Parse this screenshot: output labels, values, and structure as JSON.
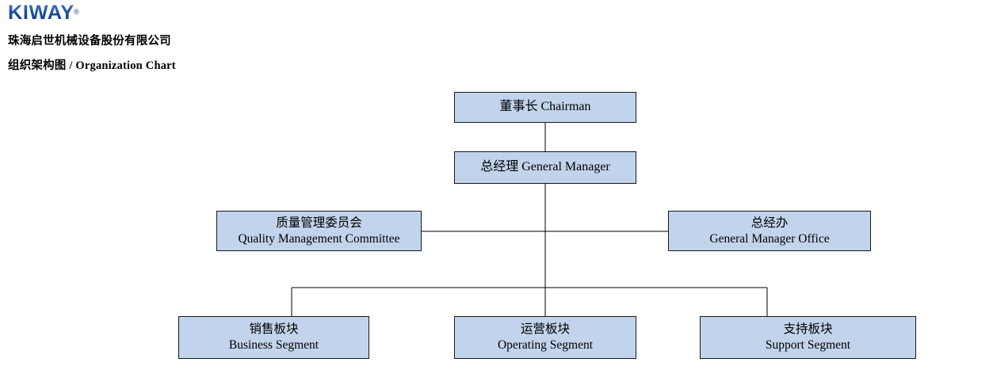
{
  "header": {
    "logo_text": "KIWAY",
    "logo_mark": "®",
    "logo_color": "#1d4f9e",
    "company_name": "珠海启世机械设备股份有限公司",
    "chart_title": "组织架构图 / Organization Chart"
  },
  "theme": {
    "node_fill": "#c1d4ec",
    "node_border": "#17171a",
    "connector_color": "#000000",
    "page_background": "#ffffff"
  },
  "chart_data": {
    "type": "diagram",
    "title": "组织架构图 / Organization Chart",
    "nodes": [
      {
        "id": "chairman",
        "level": 0,
        "line_cn": "董事长",
        "line_en": "Chairman",
        "label_single": "董事长 Chairman",
        "two_line": false
      },
      {
        "id": "general-manager",
        "level": 1,
        "line_cn": "总经理",
        "line_en": "General Manager",
        "label_single": "总经理 General Manager",
        "two_line": false
      },
      {
        "id": "quality-management-committee",
        "level": 2,
        "line_cn": "质量管理委员会",
        "line_en": "Quality Management Committee",
        "two_line": true
      },
      {
        "id": "general-manager-office",
        "level": 2,
        "line_cn": "总经办",
        "line_en": "General Manager Office",
        "two_line": true
      },
      {
        "id": "business-segment",
        "level": 3,
        "line_cn": "销售板块",
        "line_en": "Business Segment",
        "two_line": true
      },
      {
        "id": "operating-segment",
        "level": 3,
        "line_cn": "运营板块",
        "line_en": "Operating Segment",
        "two_line": true
      },
      {
        "id": "support-segment",
        "level": 3,
        "line_cn": "支持板块",
        "line_en": "Support Segment",
        "two_line": true
      }
    ],
    "edges": [
      {
        "from": "chairman",
        "to": "general-manager"
      },
      {
        "from": "general-manager",
        "to": "quality-management-committee"
      },
      {
        "from": "general-manager",
        "to": "general-manager-office"
      },
      {
        "from": "general-manager",
        "to": "business-segment"
      },
      {
        "from": "general-manager",
        "to": "operating-segment"
      },
      {
        "from": "general-manager",
        "to": "support-segment"
      }
    ]
  }
}
